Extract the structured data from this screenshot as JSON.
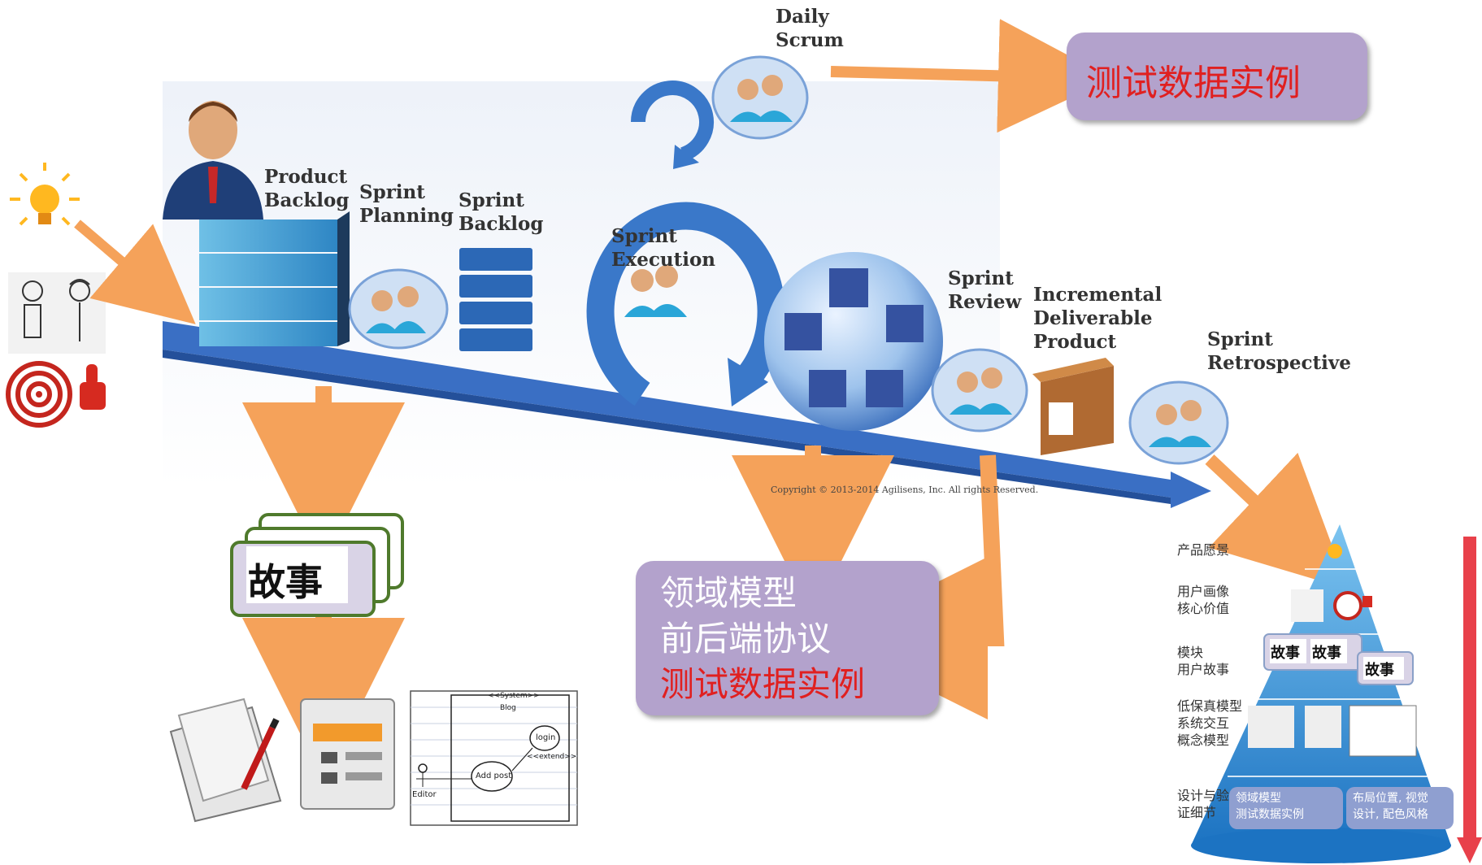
{
  "flow": {
    "labels": {
      "daily_scrum": "Daily\nScrum",
      "product_backlog": "Product\nBacklog",
      "sprint_planning": "Sprint\nPlanning",
      "sprint_backlog": "Sprint\nBacklog",
      "sprint_execution": "Sprint\nExecution",
      "sprint_review": "Sprint\nReview",
      "incremental_product": "Incremental\nDeliverable\nProduct",
      "sprint_retrospective": "Sprint\nRetrospective"
    },
    "copyright": "Copyright © 2013-2014 Agilisens, Inc. All rights Reserved."
  },
  "callouts": {
    "top_box": "测试数据实例",
    "middle_box": {
      "line1": "领域模型",
      "line2": "前后端协议",
      "line3": "测试数据实例"
    },
    "story_card": "故事"
  },
  "sketch": {
    "system_label": "<<System>>",
    "blog_label": "Blog",
    "login_label": "login",
    "extend_label": "<<extend>>",
    "addpost_label": "Add post",
    "editor_label": "Editor"
  },
  "pyramid": {
    "levels": [
      {
        "label": "产品愿景"
      },
      {
        "label": "用户画像\n核心价值"
      },
      {
        "label": "模块\n用户故事"
      },
      {
        "label": "低保真模型\n系统交互\n概念模型"
      },
      {
        "label": "设计与验\n证细节"
      }
    ],
    "story_tag": "故事",
    "card_left": "领域模型\n测试数据实例",
    "card_right": "布局位置, 视觉\n设计, 配色风格"
  },
  "colors": {
    "flow_blue": "#3a6fc4",
    "callout_purple": "#b3a2cc",
    "callout_red": "#e02020",
    "arrow_orange": "#f5a25a",
    "story_green": "#4f7a2c",
    "pyramid_blue": "#2f8fd4",
    "vertical_arrow_red": "#e8404a"
  }
}
